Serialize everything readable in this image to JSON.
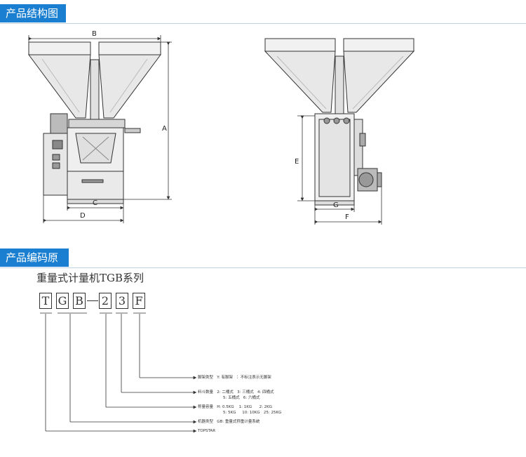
{
  "sections": {
    "structure_title": "产品结构图",
    "coding_title": "产品编码原则"
  },
  "dimensions": {
    "a": "A",
    "b": "B",
    "c": "C",
    "d": "D",
    "e": "E",
    "f": "F",
    "g": "G"
  },
  "coding": {
    "title": "重量式计量机TGB系列",
    "chars": [
      "T",
      "G",
      "B",
      "2",
      "3",
      "F"
    ],
    "descriptions": [
      {
        "label": "脚架类型",
        "text": "Y: 有脚架   ：不标注表示无脚架"
      },
      {
        "label": "料斗数量",
        "text": "2: 二桶式   3: 三桶式   4: 四桶式"
      },
      {
        "label": "",
        "text": "5: 五桶式   6: 六桶式"
      },
      {
        "label": "称量容量",
        "text": "H: 0.5KG    1: 1KG      2: 2KG"
      },
      {
        "label": "",
        "text": "5: 5KG     10: 10KG   25: 25KG"
      },
      {
        "label": "机器类型",
        "text": "GB: 重量式称重计量系统"
      },
      {
        "label": "TOPSTAR",
        "text": ""
      }
    ]
  }
}
